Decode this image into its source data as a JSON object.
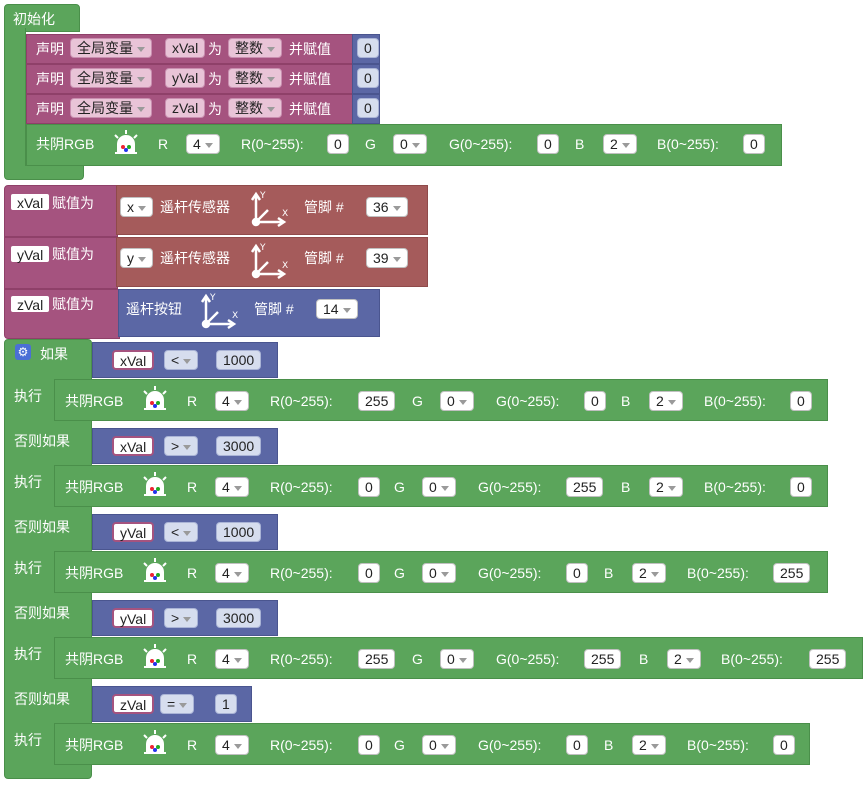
{
  "init": {
    "header": "初始化",
    "declares": [
      {
        "declare": "声明",
        "scope": "全局变量",
        "var": "xVal",
        "as": "为",
        "type": "整数",
        "assign": "并赋值",
        "value": "0"
      },
      {
        "declare": "声明",
        "scope": "全局变量",
        "var": "yVal",
        "as": "为",
        "type": "整数",
        "assign": "并赋值",
        "value": "0"
      },
      {
        "declare": "声明",
        "scope": "全局变量",
        "var": "zVal",
        "as": "为",
        "type": "整数",
        "assign": "并赋值",
        "value": "0"
      }
    ],
    "rgb": {
      "label": "共阴RGB",
      "r_label": "R",
      "r_pin": "4",
      "r_range": "R(0~255):",
      "r_val": "0",
      "g_label": "G",
      "g_pin": "0",
      "g_range": "G(0~255):",
      "g_val": "0",
      "b_label": "B",
      "b_pin": "2",
      "b_range": "B(0~255):",
      "b_val": "0"
    }
  },
  "assigns": [
    {
      "var": "xVal",
      "assign": "赋值为",
      "axis": "x",
      "sensor": "遥杆传感器",
      "pin_label": "管脚 #",
      "pin": "36"
    },
    {
      "var": "yVal",
      "assign": "赋值为",
      "axis": "y",
      "sensor": "遥杆传感器",
      "pin_label": "管脚 #",
      "pin": "39"
    },
    {
      "var": "zVal",
      "assign": "赋值为",
      "sensor": "遥杆按钮",
      "pin_label": "管脚 #",
      "pin": "14"
    }
  ],
  "ifblock": {
    "if_label": "如果",
    "exec_label": "执行",
    "elseif_label": "否则如果",
    "branches": [
      {
        "var": "xVal",
        "op": "<",
        "val": "1000",
        "rgb": {
          "label": "共阴RGB",
          "r_label": "R",
          "r_pin": "4",
          "r_range": "R(0~255):",
          "r_val": "255",
          "g_label": "G",
          "g_pin": "0",
          "g_range": "G(0~255):",
          "g_val": "0",
          "b_label": "B",
          "b_pin": "2",
          "b_range": "B(0~255):",
          "b_val": "0"
        }
      },
      {
        "var": "xVal",
        "op": ">",
        "val": "3000",
        "rgb": {
          "label": "共阴RGB",
          "r_label": "R",
          "r_pin": "4",
          "r_range": "R(0~255):",
          "r_val": "0",
          "g_label": "G",
          "g_pin": "0",
          "g_range": "G(0~255):",
          "g_val": "255",
          "b_label": "B",
          "b_pin": "2",
          "b_range": "B(0~255):",
          "b_val": "0"
        }
      },
      {
        "var": "yVal",
        "op": "<",
        "val": "1000",
        "rgb": {
          "label": "共阴RGB",
          "r_label": "R",
          "r_pin": "4",
          "r_range": "R(0~255):",
          "r_val": "0",
          "g_label": "G",
          "g_pin": "0",
          "g_range": "G(0~255):",
          "g_val": "0",
          "b_label": "B",
          "b_pin": "2",
          "b_range": "B(0~255):",
          "b_val": "255"
        }
      },
      {
        "var": "yVal",
        "op": ">",
        "val": "3000",
        "rgb": {
          "label": "共阴RGB",
          "r_label": "R",
          "r_pin": "4",
          "r_range": "R(0~255):",
          "r_val": "255",
          "g_label": "G",
          "g_pin": "0",
          "g_range": "G(0~255):",
          "g_val": "255",
          "b_label": "B",
          "b_pin": "2",
          "b_range": "B(0~255):",
          "b_val": "255"
        }
      },
      {
        "var": "zVal",
        "op": "=",
        "val": "1",
        "rgb": {
          "label": "共阴RGB",
          "r_label": "R",
          "r_pin": "4",
          "r_range": "R(0~255):",
          "r_val": "0",
          "g_label": "G",
          "g_pin": "0",
          "g_range": "G(0~255):",
          "g_val": "0",
          "b_label": "B",
          "b_pin": "2",
          "b_range": "B(0~255):",
          "b_val": "0"
        }
      }
    ]
  },
  "colors": {
    "logic_green": "#5ba55b",
    "variable_purple": "#a5537f",
    "sensor_red": "#a55b5b",
    "sensor_blue": "#5b67a5"
  },
  "icons": {
    "led": "rgb-led-icon",
    "joystick": "joystick-axes-icon",
    "gear": "gear-icon"
  }
}
